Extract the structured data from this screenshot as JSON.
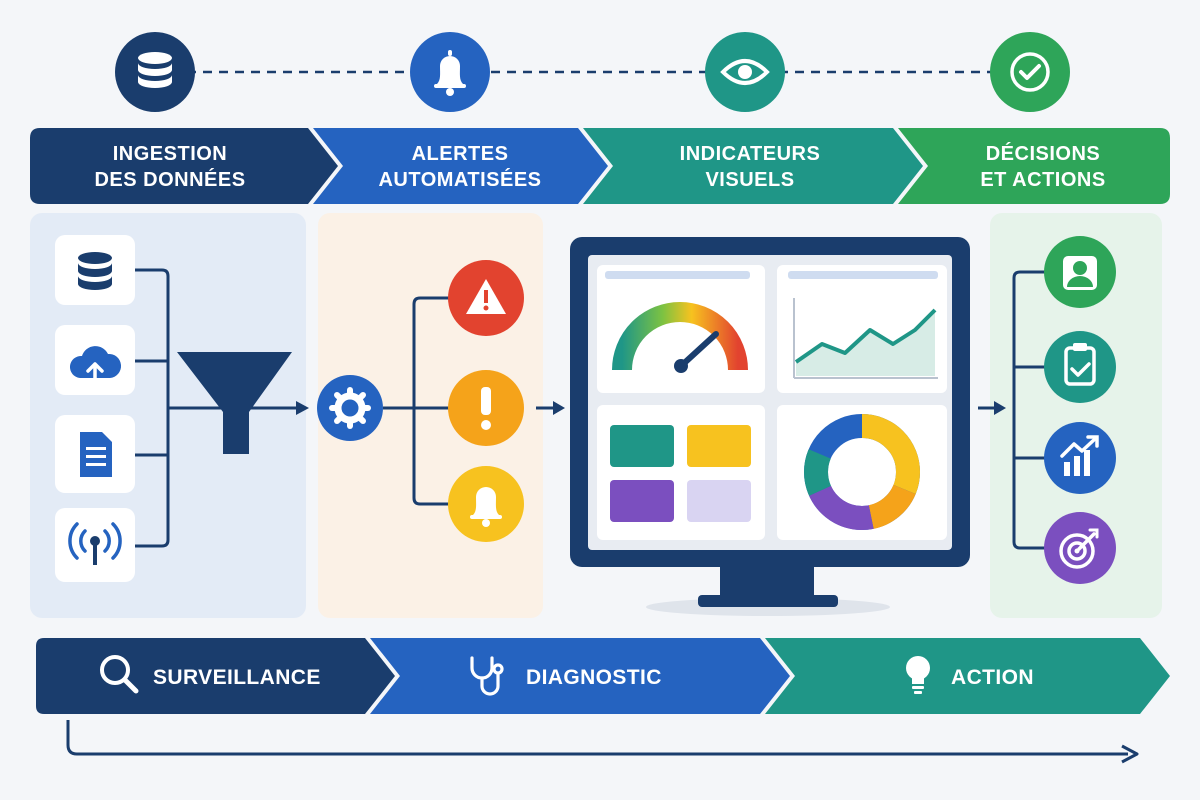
{
  "steps": [
    {
      "line1": "INGESTION",
      "line2": "DES DONNÉES",
      "icon": "database-icon",
      "color": "#1a3d6d"
    },
    {
      "line1": "ALERTES",
      "line2": "AUTOMATISÉES",
      "icon": "bell-icon",
      "color": "#2563c0"
    },
    {
      "line1": "INDICATEURS",
      "line2": "VISUELS",
      "icon": "eye-icon",
      "color": "#1f9687"
    },
    {
      "line1": "DÉCISIONS",
      "line2": "ET ACTIONS",
      "icon": "check-icon",
      "color": "#2ea559"
    }
  ],
  "sources": [
    "database-icon",
    "cloud-upload-icon",
    "document-icon",
    "antenna-icon"
  ],
  "alerts": [
    {
      "icon": "warning-triangle-icon",
      "color": "#e2432f"
    },
    {
      "icon": "exclamation-icon",
      "color": "#f5a31a"
    },
    {
      "icon": "bell-icon",
      "color": "#f7c21f"
    }
  ],
  "dashboard_widgets": [
    "gauge-widget",
    "line-chart-widget",
    "color-tiles-widget",
    "donut-chart-widget"
  ],
  "actions": [
    {
      "icon": "user-icon",
      "color": "#2ea559"
    },
    {
      "icon": "clipboard-check-icon",
      "color": "#1f9687"
    },
    {
      "icon": "growth-chart-icon",
      "color": "#2563c0"
    },
    {
      "icon": "target-icon",
      "color": "#7b4fbf"
    }
  ],
  "phases": [
    {
      "label": "SURVEILLANCE",
      "icon": "search-icon",
      "color": "#1a3d6d"
    },
    {
      "label": "DIAGNOSTIC",
      "icon": "stethoscope-icon",
      "color": "#2563c0"
    },
    {
      "label": "ACTION",
      "icon": "lightbulb-icon",
      "color": "#1f9687"
    }
  ],
  "colors": {
    "navy": "#1a3d6d",
    "blue": "#2563c0",
    "teal": "#1f9687",
    "green": "#2ea559",
    "purple": "#7b4fbf",
    "yellow": "#f7c21f",
    "orange": "#f5a31a",
    "red": "#e2432f"
  }
}
